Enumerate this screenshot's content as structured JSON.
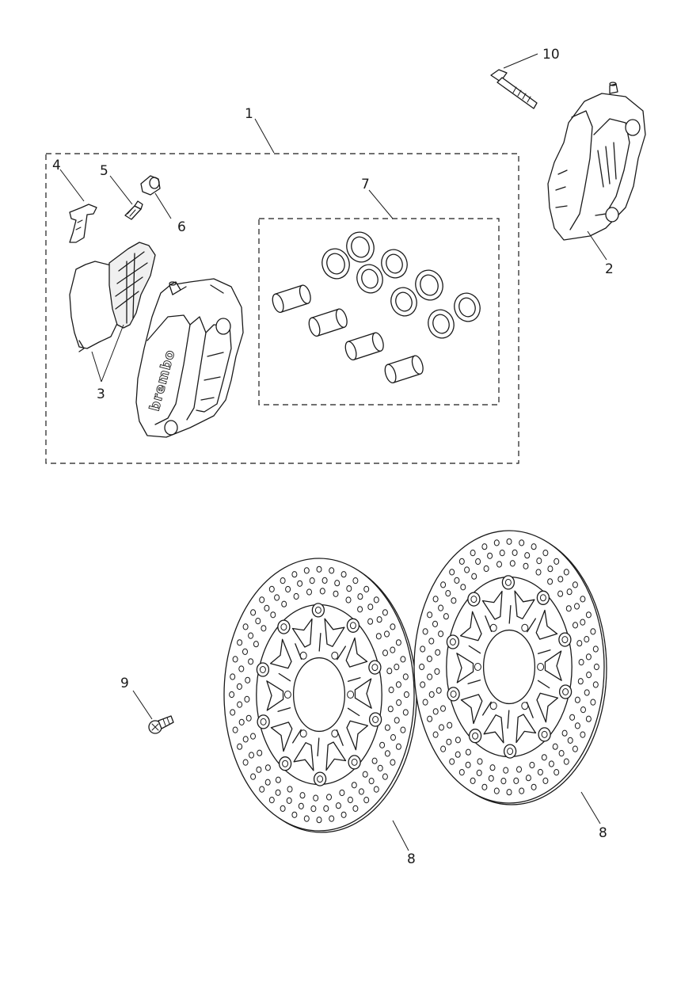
{
  "diagram": {
    "brand_marking": "brembo",
    "callouts": {
      "c1": "1",
      "c2": "2",
      "c3": "3",
      "c4": "4",
      "c5": "5",
      "c6": "6",
      "c7": "7",
      "c8a": "8",
      "c8b": "8",
      "c9": "9",
      "c10": "10"
    }
  }
}
